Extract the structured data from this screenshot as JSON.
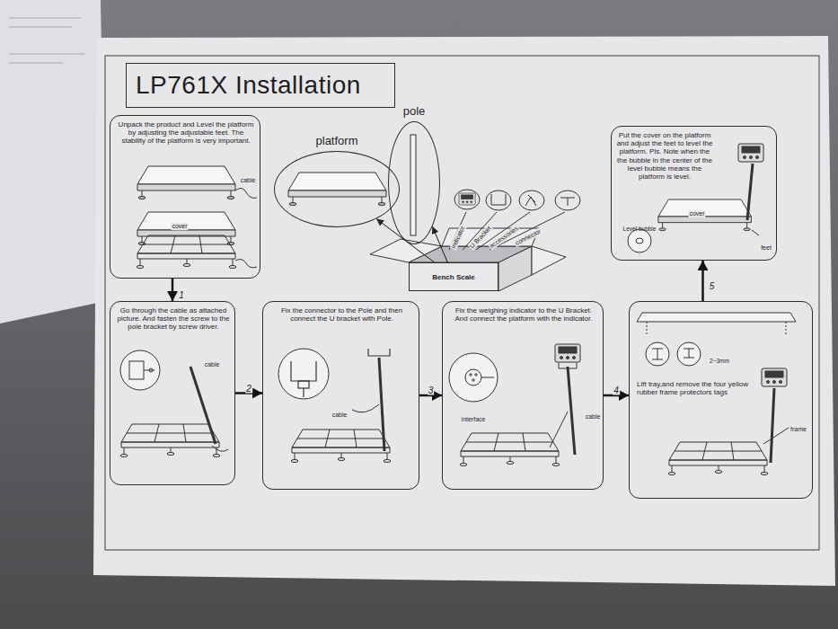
{
  "diagram": {
    "title": "LP761X Installation",
    "nodes": [
      {
        "text": [
          "Unpack the product and Level the platform by adjusting the adjustable feet. The stability of the platform is very important."
        ]
      },
      {
        "text": [
          "platform"
        ]
      },
      {
        "text": [
          "pole"
        ]
      },
      {
        "text": [
          "Bench Scale"
        ]
      },
      {
        "text": [
          "Put the cover on the platform and adjust the feet to level the platform. Pls. Note when the the bubble in the center of the level bubble means the platform is level."
        ]
      },
      {
        "text": [
          "Go through the cable as attached picture. And fasten the screw to the pole bracket by screw driver."
        ]
      },
      {
        "text": [
          "Fix the connector to the Pole and then connect the U bracket with Pole."
        ]
      },
      {
        "text": [
          "Fix the weighing indicator to the U Bracket. And connect the platform with the indicator."
        ]
      },
      {
        "text": [
          "Lift tray,and remove the four yellow rubber frame protectors tags"
        ]
      }
    ],
    "edges": [
      {
        "from": 3,
        "to": 1,
        "arrow": "to"
      },
      {
        "from": 3,
        "to": 2,
        "arrow": "to"
      },
      {
        "from": 0,
        "to": 5,
        "label": "1",
        "arrow": "to"
      },
      {
        "from": 5,
        "to": 6,
        "label": "2",
        "arrow": "to"
      },
      {
        "from": 6,
        "to": 7,
        "label": "3",
        "arrow": "to"
      },
      {
        "from": 7,
        "to": 8,
        "label": "4",
        "arrow": "to"
      },
      {
        "from": 8,
        "to": 4,
        "label": "5",
        "arrow": "to"
      }
    ],
    "labels": [
      "cable",
      "cover",
      "indicator",
      "U Bracket",
      "accessories",
      "connector",
      "cover",
      "Level bubble",
      "feet",
      "cable",
      "cable",
      "interface",
      "cable",
      "2~3mm",
      "frame"
    ]
  }
}
